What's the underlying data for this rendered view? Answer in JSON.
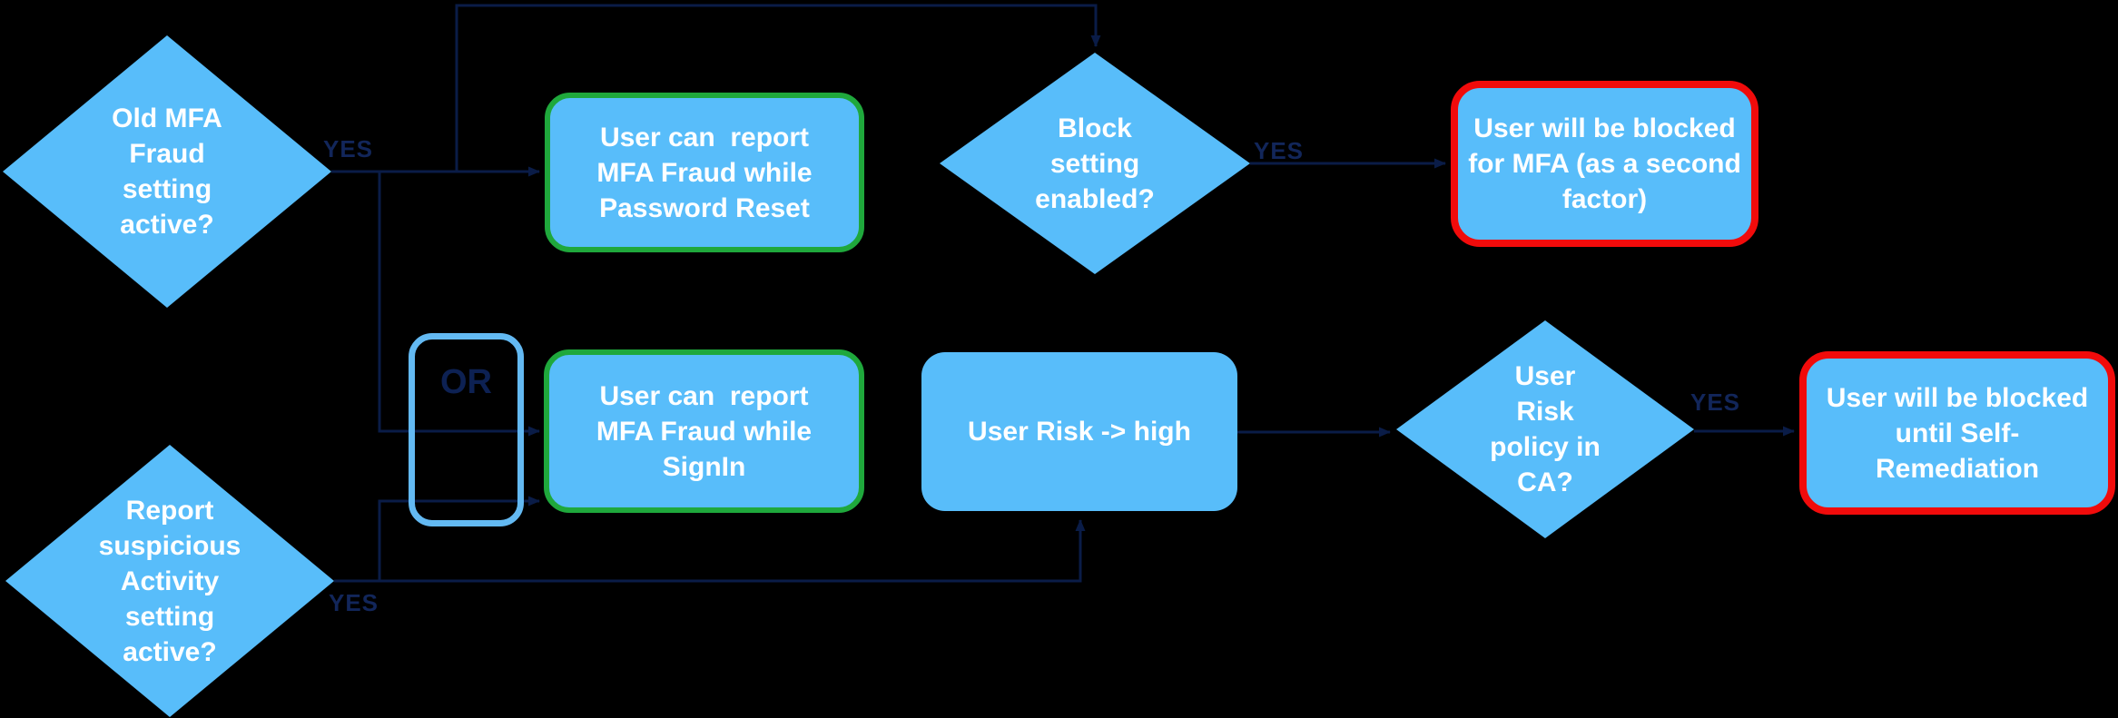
{
  "canvas": {
    "background": "#000000"
  },
  "colors": {
    "node_fill": "#58bdfa",
    "node_text": "#ffffff",
    "connector": "#0a1c47",
    "branch_label_text": "#12265a",
    "success_border": "#1fa83c",
    "danger_border": "#f10b0b",
    "operator_border": "#63b9f2"
  },
  "nodes": {
    "old_mfa_decision": {
      "label": "Old MFA\nFraud\nsetting\nactive?"
    },
    "report_suspicious_decision": {
      "label": "Report\nsuspicious\nActivity\nsetting\nactive?"
    },
    "block_setting_decision": {
      "label": "Block\nsetting\nenabled?"
    },
    "user_risk_policy_decision": {
      "label": "User\nRisk\npolicy in\nCA?"
    },
    "report_password_reset": {
      "label": "User can  report\nMFA Fraud while\nPassword Reset"
    },
    "report_signin": {
      "label": "User can  report\nMFA Fraud while\nSignIn"
    },
    "user_risk_high": {
      "label": "User Risk -> high"
    },
    "blocked_for_mfa": {
      "label": "User will be blocked\nfor MFA (as a second\nfactor)"
    },
    "blocked_until_remediation": {
      "label": "User will be blocked\nuntil Self-\nRemediation"
    },
    "or_operator": {
      "label": "OR"
    }
  },
  "edge_labels": {
    "old_mfa_yes": "YES",
    "report_suspicious_yes": "YES",
    "block_setting_yes": "YES",
    "user_risk_policy_yes": "YES"
  }
}
